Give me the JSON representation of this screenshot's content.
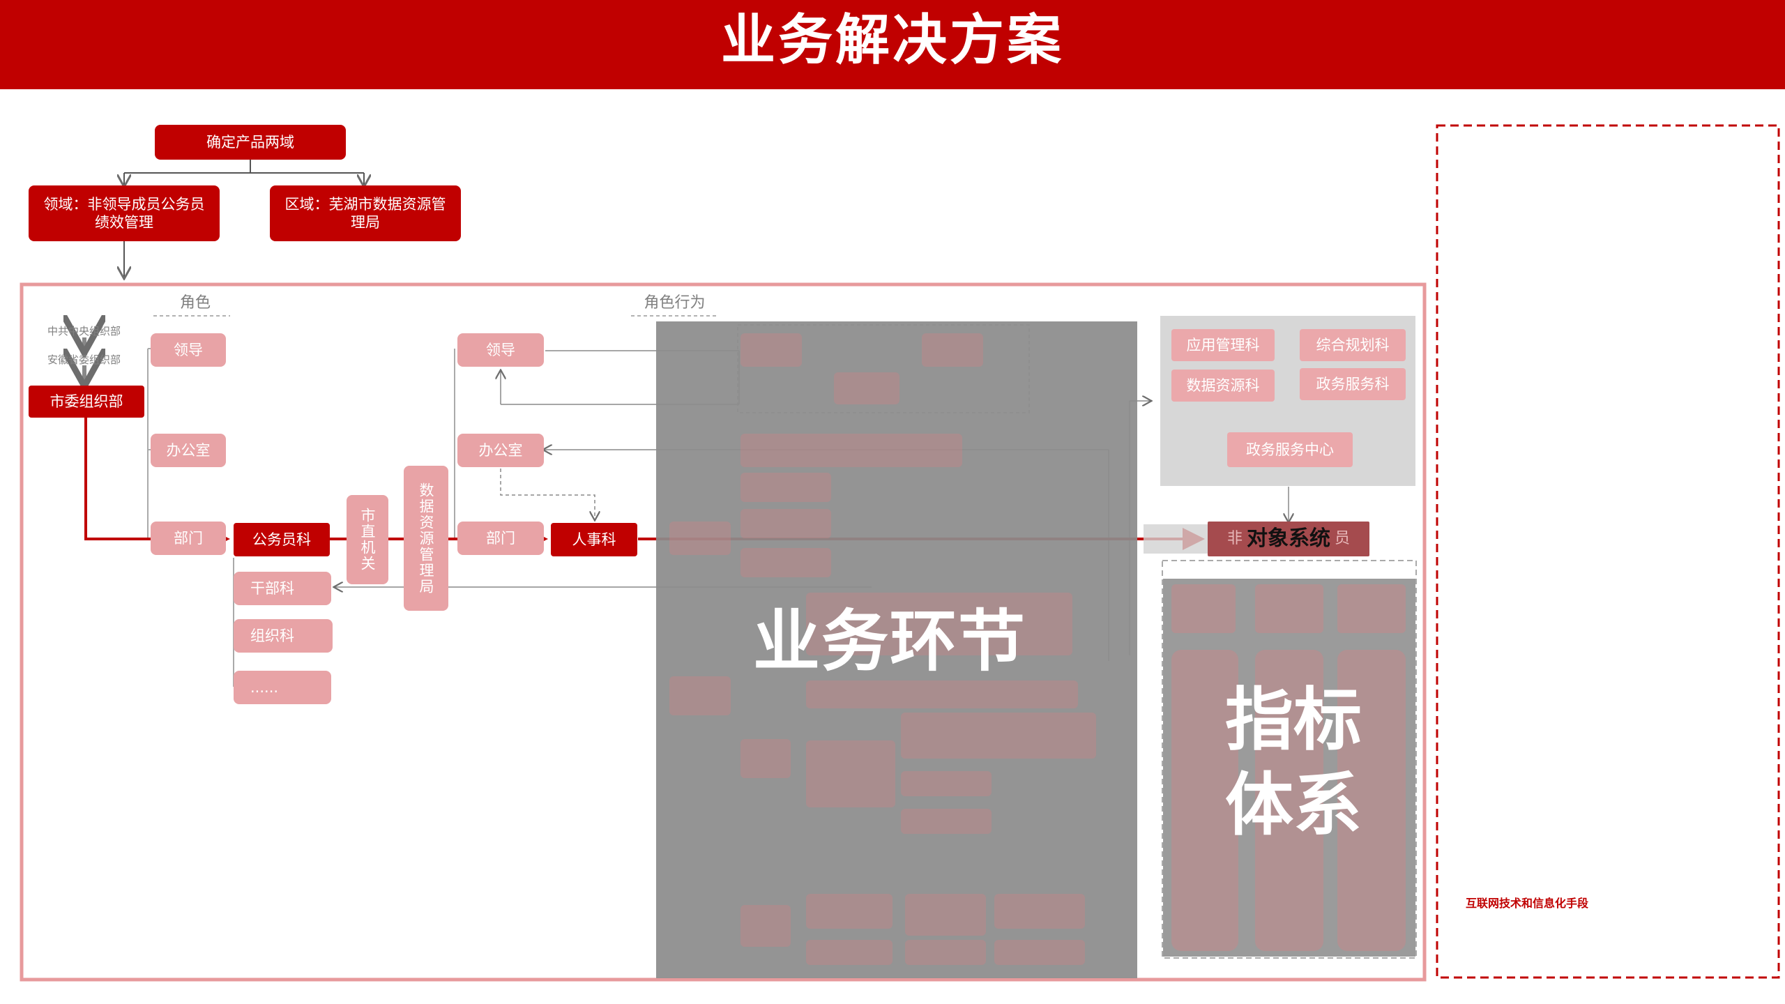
{
  "title": "业务解决方案",
  "top": {
    "root": "确定产品两域",
    "field": "领域：非领导成员公务员绩效管理",
    "region": "区域：芜湖市数据资源管理局"
  },
  "sections": {
    "role": "角色",
    "role_behavior": "角色行为"
  },
  "org": {
    "central": "中共中央组织部",
    "province": "安徽省委组织部",
    "city": "市委组织部"
  },
  "roles_col1": [
    "领导",
    "办公室",
    "部门"
  ],
  "civil_chain": {
    "gongwu": "公务员科",
    "shizhi": "市直机关",
    "data_bureau": "数据资源管理局"
  },
  "sub_depts": [
    "干部科",
    "组织科",
    "......"
  ],
  "roles_col2": [
    "领导",
    "办公室",
    "部门"
  ],
  "renshi": "人事科",
  "departments": [
    "应用管理科",
    "综合规划科",
    "数据资源科",
    "政务服务科",
    "政务服务中心"
  ],
  "object_system": "对象系统",
  "object_prefix": "非",
  "object_suffix": "员",
  "overlay_business": "业务环节",
  "overlay_index": "指标体系",
  "internet_note": "互联网技术和信息化手段"
}
